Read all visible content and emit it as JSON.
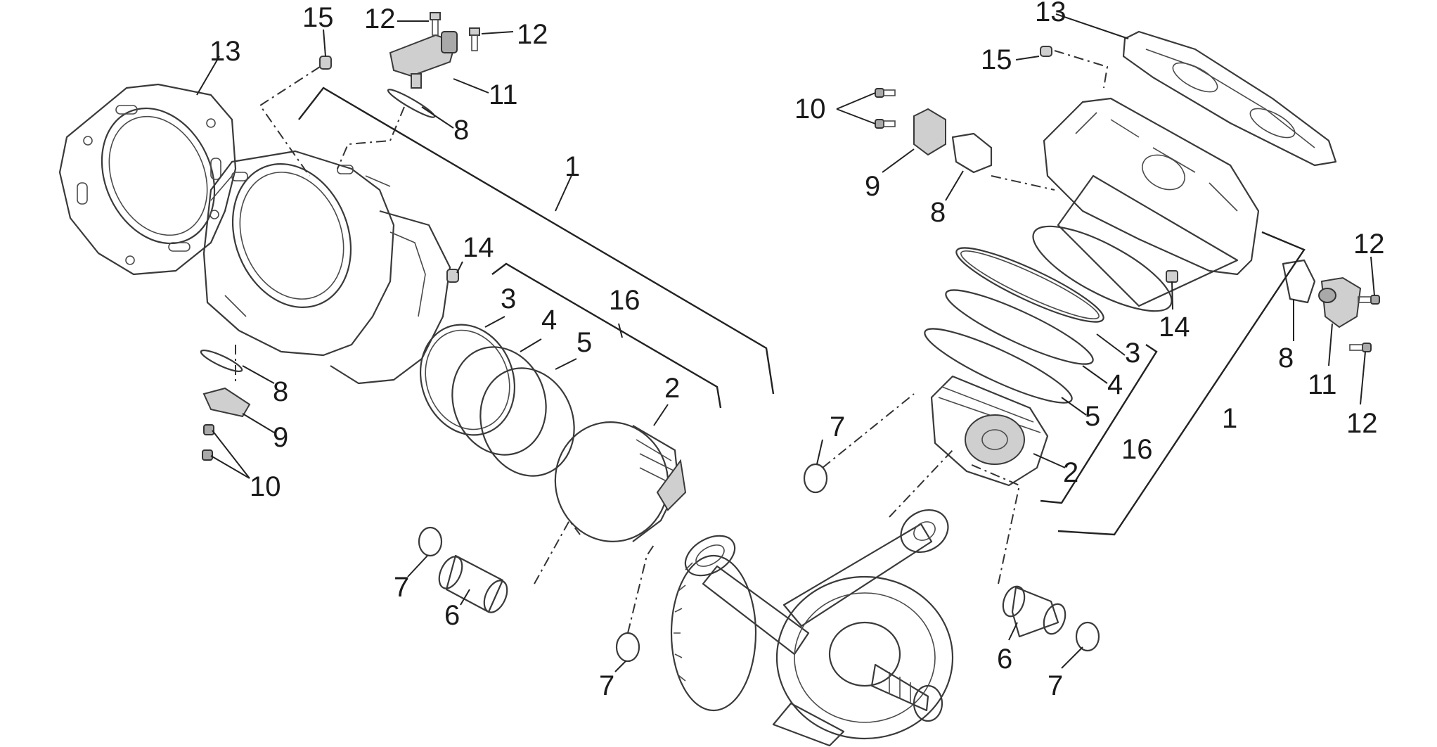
{
  "diagram": {
    "labels": {
      "l13_left": "13",
      "l15_left": "15",
      "l12_left_a": "12",
      "l12_left_b": "12",
      "l11_left": "11",
      "l8_left_top": "8",
      "l1_left": "1",
      "l14_left": "14",
      "l16_left": "16",
      "l3_left": "3",
      "l4_left": "4",
      "l5_left": "5",
      "l2_left": "2",
      "l8_left_bot": "8",
      "l9_left": "9",
      "l10_left": "10",
      "l7_left_a": "7",
      "l6_left": "6",
      "l7_left_b": "7",
      "l13_right": "13",
      "l15_right": "15",
      "l10_right": "10",
      "l9_right": "9",
      "l8_right_top": "8",
      "l12_right_a": "12",
      "l14_right": "14",
      "l8_right_bot": "8",
      "l11_right": "11",
      "l12_right_b": "12",
      "l3_right": "3",
      "l4_right": "4",
      "l5_right": "5",
      "l1_right": "1",
      "l16_right": "16",
      "l2_right": "2",
      "l7_right_a": "7",
      "l6_right": "6",
      "l7_right_b": "7"
    }
  }
}
